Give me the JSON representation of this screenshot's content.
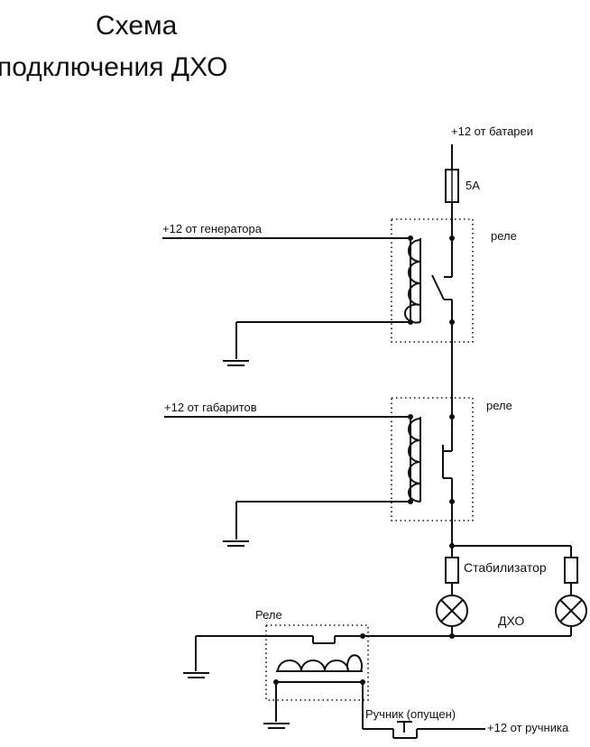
{
  "title": {
    "line1": "Схема",
    "line2": "подключения ДХО"
  },
  "labels": {
    "battery": "+12 от батареи",
    "fuse": "5А",
    "relay1": "реле",
    "generator": "+12 от генератора",
    "relay2": "реле",
    "parking_lights": "+12 от габаритов",
    "stabilizer": "Стабилизатор",
    "drl": "ДХО",
    "relay3": "Реле",
    "handbrake_switch": "Ручник (опущен)",
    "handbrake": "+12 от ручника"
  }
}
